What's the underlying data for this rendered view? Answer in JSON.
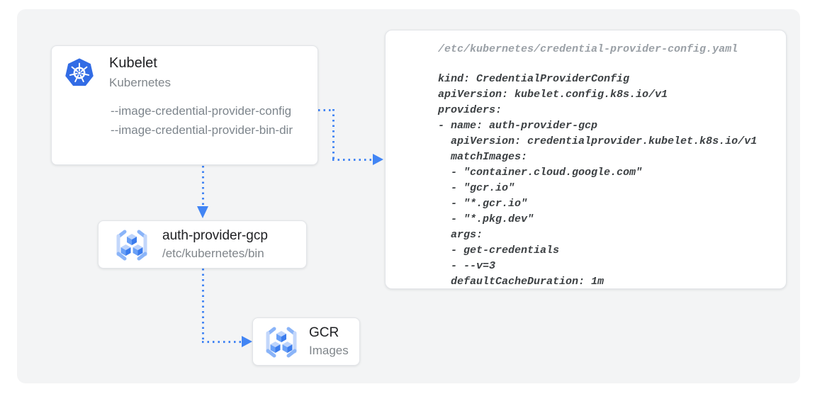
{
  "colors": {
    "accent_blue": "#4285f4",
    "kubernetes_blue": "#326ce5",
    "panel_bg": "#f3f4f5",
    "card_bg": "#ffffff",
    "title_text": "#202124",
    "muted_text": "#80868b",
    "code_text": "#3c4043",
    "code_path_text": "#9aa0a6"
  },
  "kubelet_card": {
    "title": "Kubelet",
    "subtitle": "Kubernetes",
    "flags": [
      "--image-credential-provider-config",
      "--image-credential-provider-bin-dir"
    ]
  },
  "auth_provider_card": {
    "title": "auth-provider-gcp",
    "subtitle": "/etc/kubernetes/bin"
  },
  "gcr_card": {
    "title": "GCR",
    "subtitle": "Images"
  },
  "config_card": {
    "path": "/etc/kubernetes/credential-provider-config.yaml",
    "code": "kind: CredentialProviderConfig\napiVersion: kubelet.config.k8s.io/v1\nproviders:\n- name: auth-provider-gcp\n  apiVersion: credentialprovider.kubelet.k8s.io/v1\n  matchImages:\n  - \"container.cloud.google.com\"\n  - \"gcr.io\"\n  - \"*.gcr.io\"\n  - \"*.pkg.dev\"\n  args:\n  - get-credentials\n  - --v=3\n  defaultCacheDuration: 1m"
  },
  "icons": {
    "kubelet": "kubernetes-helm-wheel",
    "auth_provider": "gcr-bracket-cubes",
    "gcr": "gcr-bracket-cubes"
  }
}
